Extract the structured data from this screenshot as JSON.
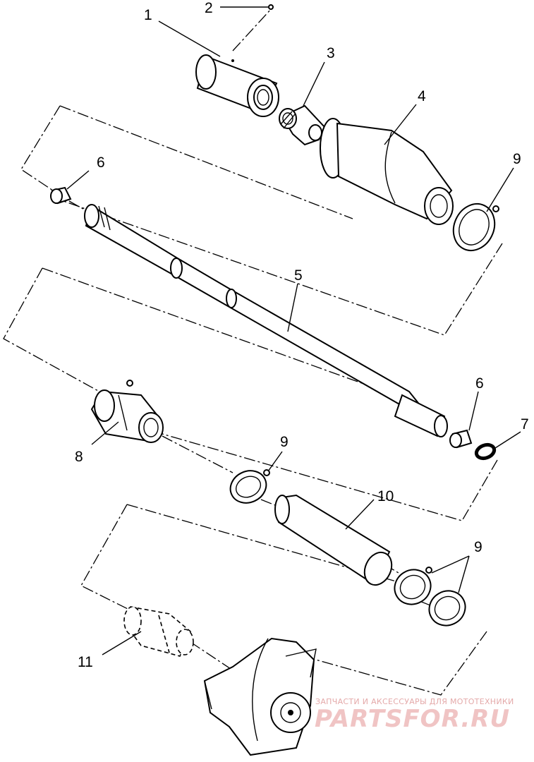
{
  "callouts": [
    {
      "id": "c1",
      "text": "1"
    },
    {
      "id": "c2",
      "text": "2"
    },
    {
      "id": "c3",
      "text": "3"
    },
    {
      "id": "c4",
      "text": "4"
    },
    {
      "id": "c9a",
      "text": "9"
    },
    {
      "id": "c6a",
      "text": "6"
    },
    {
      "id": "c5",
      "text": "5"
    },
    {
      "id": "c6b",
      "text": "6"
    },
    {
      "id": "c7",
      "text": "7"
    },
    {
      "id": "c8",
      "text": "8"
    },
    {
      "id": "c9b",
      "text": "9"
    },
    {
      "id": "c10",
      "text": "10"
    },
    {
      "id": "c9c",
      "text": "9"
    },
    {
      "id": "c11",
      "text": "11"
    }
  ],
  "watermark": {
    "tagline": "ЗАПЧАСТИ И АКСЕССУАРЫ ДЛЯ МОТОТЕХНИКИ",
    "brand": "PARTSFOR.RU",
    "color": "#e8a0a0"
  }
}
